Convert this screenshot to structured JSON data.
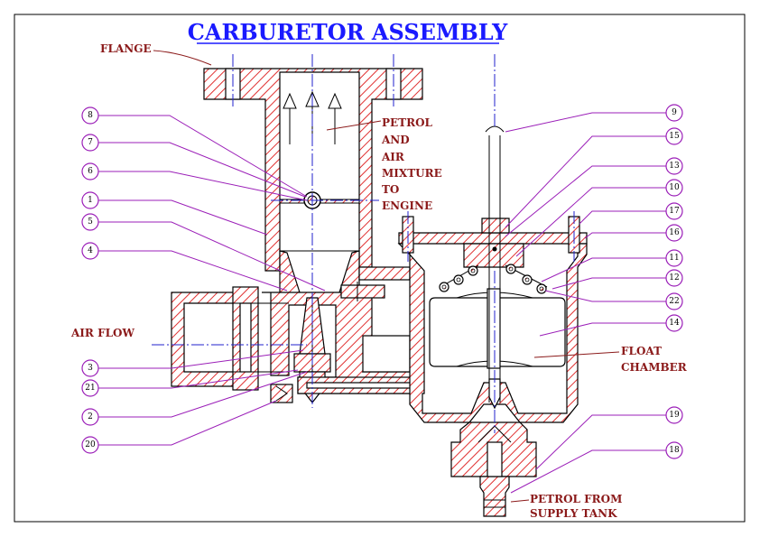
{
  "title": "CARBURETOR ASSEMBLY",
  "labels": {
    "flange": "FLANGE",
    "mixture": [
      "PETROL",
      "AND",
      "AIR",
      "MIXTURE",
      "TO",
      "ENGINE"
    ],
    "air_flow": "AIR FLOW",
    "float_chamber": [
      "FLOAT",
      "CHAMBER"
    ],
    "supply": [
      "PETROL FROM",
      "SUPPLY TANK"
    ]
  },
  "parts": {
    "p1": "1",
    "p2": "2",
    "p3": "3",
    "p4": "4",
    "p5": "5",
    "p6": "6",
    "p7": "7",
    "p8": "8",
    "p9": "9",
    "p10": "10",
    "p11": "11",
    "p12": "12",
    "p13": "13",
    "p14": "14",
    "p15": "15",
    "p16": "16",
    "p17": "17",
    "p18": "18",
    "p19": "19",
    "p20": "20",
    "p21": "21",
    "p22": "22"
  },
  "colors": {
    "title": "#1a1aff",
    "label": "#8b1a1a",
    "hatch": "#e03030",
    "leader": "#9b1fb8",
    "centerline": "#2222cc"
  }
}
